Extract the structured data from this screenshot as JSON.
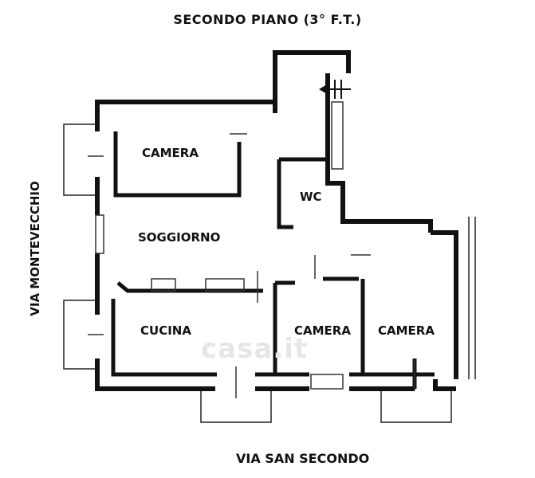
{
  "title": "SECONDO PIANO (3° F.T.)",
  "streets": {
    "left": "VIA MONTEVECCHIO",
    "bottom": "VIA SAN SECONDO"
  },
  "rooms": {
    "camera_top": "CAMERA",
    "wc": "WC",
    "soggiorno": "SOGGIORNO",
    "cucina": "CUCINA",
    "camera_mid": "CAMERA",
    "camera_right": "CAMERA"
  },
  "watermark": "casa.it",
  "colors": {
    "wall": "#111111",
    "background": "#ffffff",
    "watermark": "#e6e6e6"
  },
  "icons": {
    "entrance": "entrance-arrow-icon"
  }
}
